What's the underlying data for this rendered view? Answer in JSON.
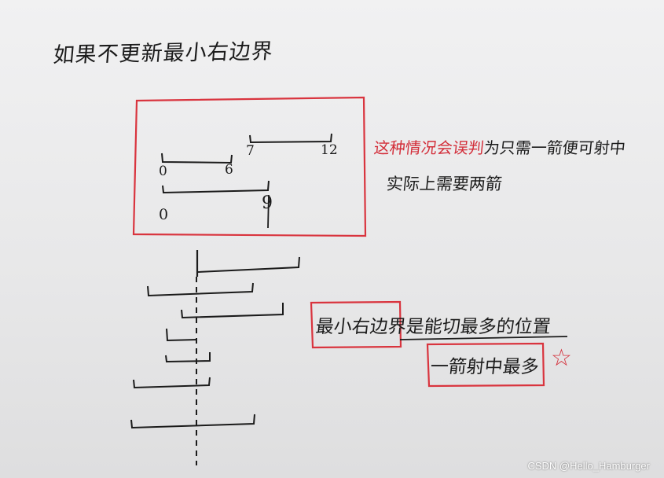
{
  "title": "如果不更新最小右边界",
  "box_labels": {
    "a_start": "0",
    "a_end": "6",
    "b_start": "7",
    "b_end": "12",
    "c_start": "0",
    "c_end": "9"
  },
  "note_red": "这种情况会误判",
  "note_red_rest": "为只需一箭便可射中",
  "note_actual": "实际上需要两箭",
  "note_min_boxed": "最小右边界",
  "note_min_rest": "是能切最多的位置",
  "note_one_arrow": "一箭射中最多",
  "star_glyph": "☆",
  "watermark": "CSDN @Hello_Hamburger",
  "colors": {
    "ink": "#1b1b1b",
    "red": "#d32f3a",
    "paper": "#efefef"
  }
}
